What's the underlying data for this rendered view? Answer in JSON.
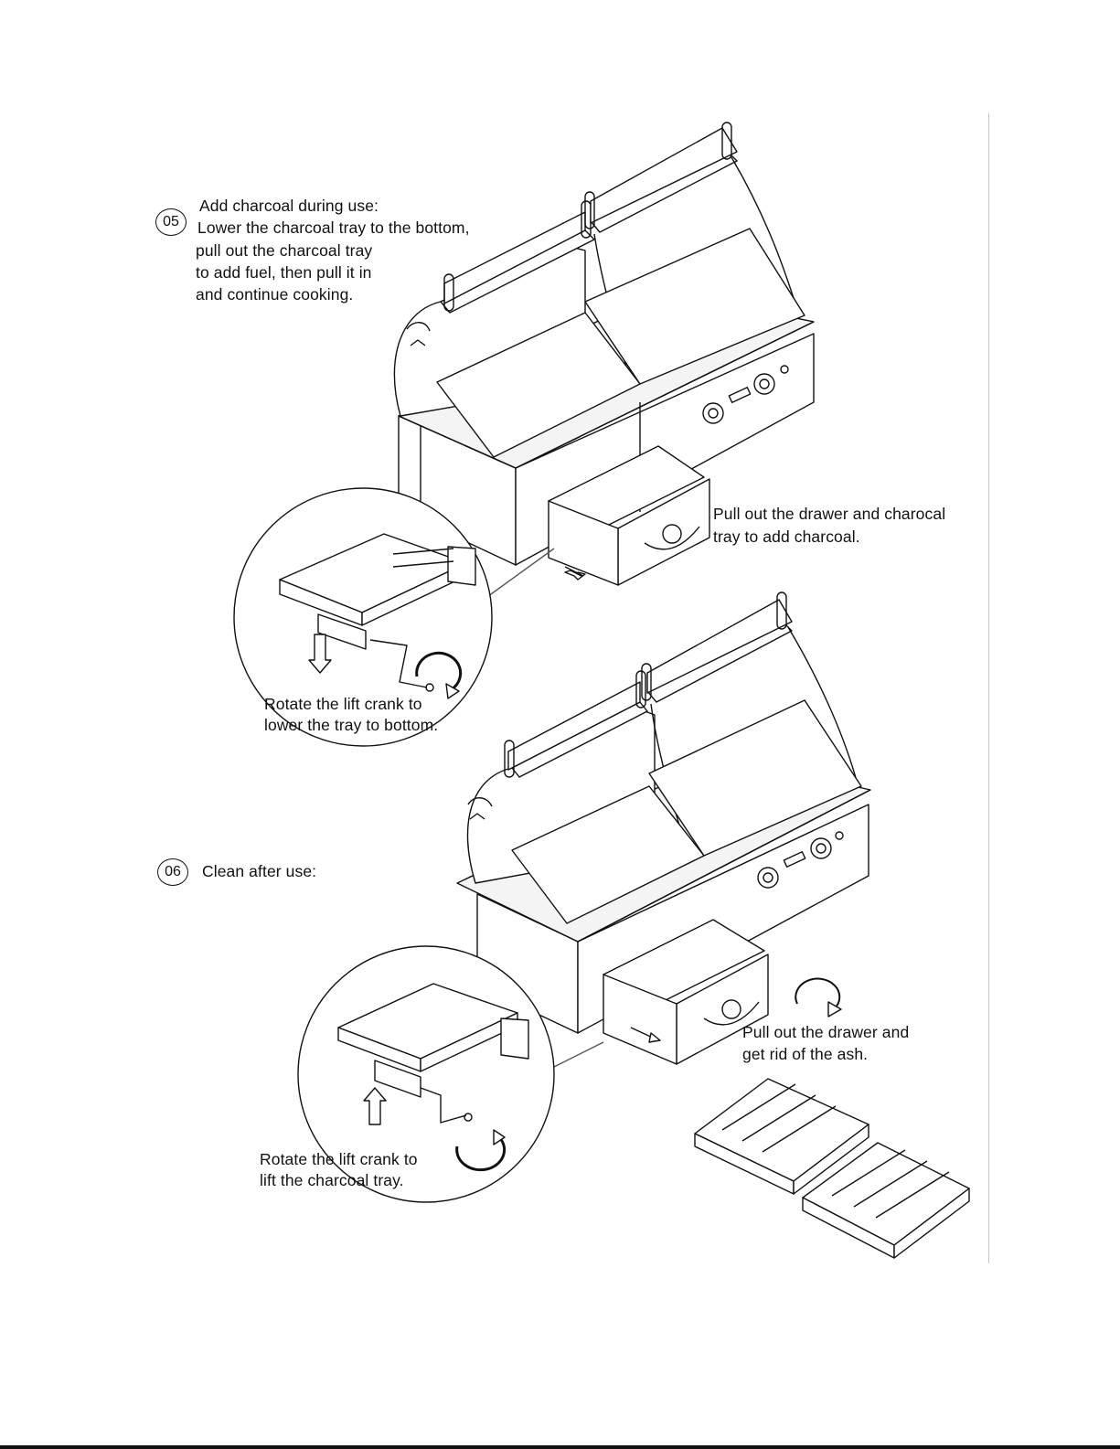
{
  "steps": [
    {
      "number": "05",
      "title": "Add charcoal during use:",
      "instruction_lines": [
        "Lower the charcoal tray to the bottom,",
        "pull out the charcoal tray",
        "to add fuel, then pull it in",
        "and continue cooking."
      ],
      "callouts": {
        "drawer": [
          "Pull out the drawer and charocal",
          "tray to add charcoal."
        ],
        "crank": [
          "Rotate the lift crank to",
          "lower the tray to bottom."
        ]
      }
    },
    {
      "number": "06",
      "title": "Clean after use:",
      "callouts": {
        "drawer": [
          "Pull out the drawer and",
          "get rid of the ash."
        ],
        "crank": [
          "Rotate the lift crank to",
          "lift the charcoal tray."
        ]
      }
    }
  ]
}
